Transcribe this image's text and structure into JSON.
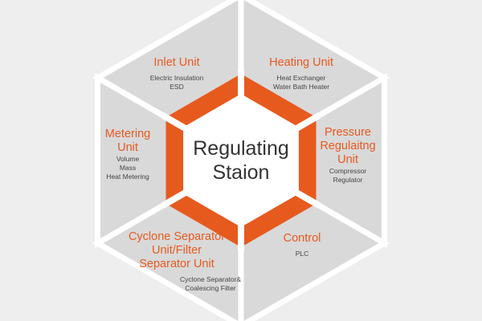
{
  "colors": {
    "background": "#eeeeee",
    "segment_fill": "#d9d9d9",
    "segment_border": "#ffffff",
    "accent": "#e65a1e",
    "center_fill": "#ffffff",
    "title_text": "#e65a1e",
    "desc_text": "#444444",
    "center_text": "#333333"
  },
  "center": {
    "line1": "Regulating",
    "line2": "Staion"
  },
  "segments": [
    {
      "title": [
        "Inlet Unit"
      ],
      "desc": [
        "Electric Insulation",
        "ESD"
      ]
    },
    {
      "title": [
        "Heating Unit"
      ],
      "desc": [
        "Heat Exchanger",
        "Water Bath Heater"
      ]
    },
    {
      "title": [
        "Pressure",
        "Regulaitng",
        "Unit"
      ],
      "desc": [
        "Compressor",
        "Regulator"
      ]
    },
    {
      "title": [
        "Control"
      ],
      "desc": [
        "PLC"
      ]
    },
    {
      "title": [
        "Cyclone Separator",
        "Unit/Filter",
        "Separator Unit"
      ],
      "desc": [
        "Cyclone Separator&",
        "Coalescing Filter"
      ]
    },
    {
      "title": [
        "Metering",
        "Unit"
      ],
      "desc": [
        "Volume",
        "Mass",
        "Heat Metering"
      ]
    }
  ]
}
